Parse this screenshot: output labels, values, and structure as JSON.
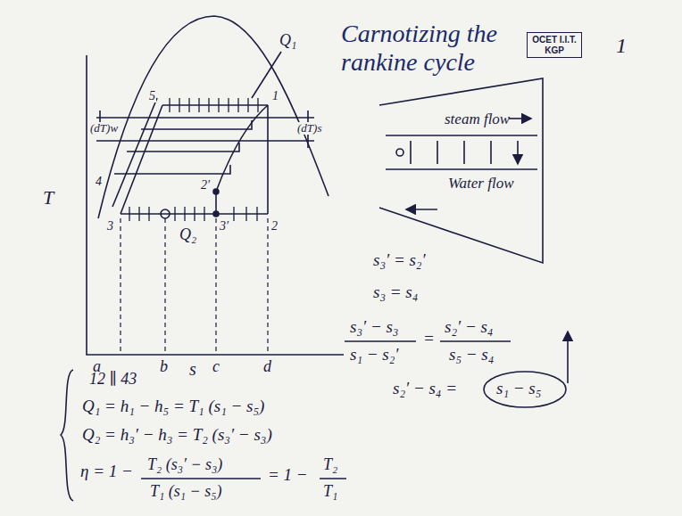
{
  "diagram": {
    "title": "Carnotizing the rankine cycle",
    "nodes": [
      {
        "text": [
          "OCET I.I.T. KGP"
        ]
      },
      {
        "text": [
          "steam flow",
          "Water flow"
        ]
      }
    ],
    "labels": [
      "1",
      "T",
      "s",
      "a",
      "b",
      "c",
      "d",
      "5",
      "1",
      "4",
      "3",
      "2′",
      "3′",
      "2",
      "Q₁",
      "Q₂",
      "(dT)w",
      "(dT)s",
      "12 ∥ 43",
      "Q₁ = h₁ − h₅ = T₁ (s₁ − s₅)",
      "Q₂ = h₃′ − h₃ = T₂ (s₃′ − s₃)",
      "η = 1 −",
      "T₂ (s₃′ − s₃)",
      "T₁ (s₁ − s₅)",
      "= 1 −",
      "T₂",
      "T₁",
      "s₃′ = s₂′",
      "s₃ = s₄",
      "s₃′ − s₃",
      "s₁ − s₂′",
      "=",
      "s₂′ − s₄",
      "s₅ − s₄",
      "s₂′ − s₄ =",
      "s₁ − s₅"
    ]
  }
}
